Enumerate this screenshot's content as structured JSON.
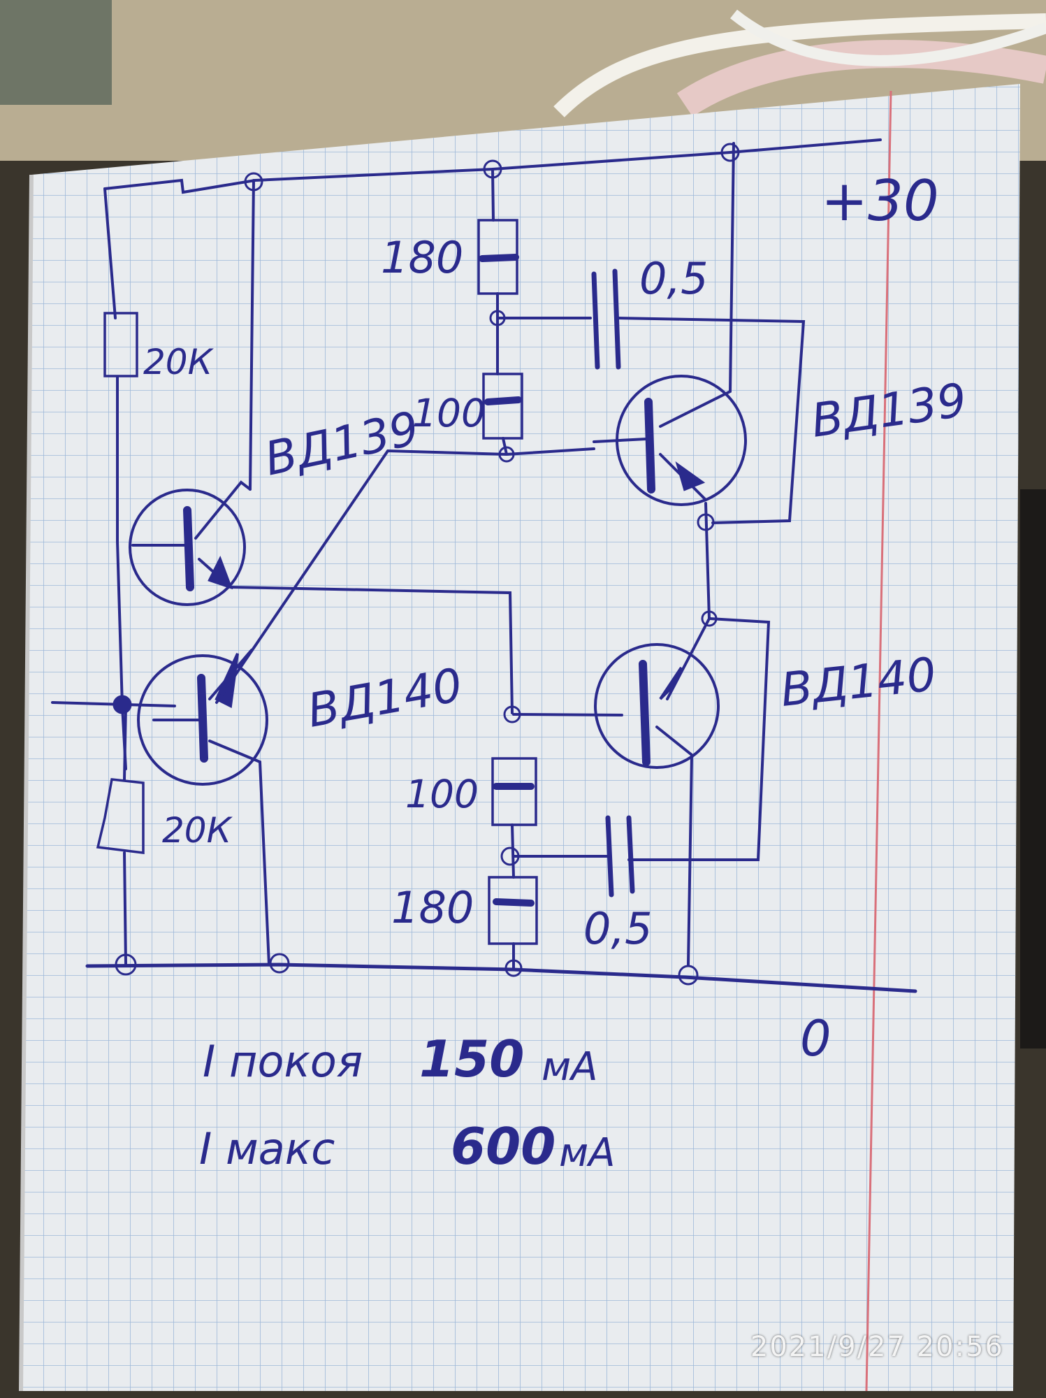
{
  "labels": {
    "supply": "+30",
    "ground": "0",
    "r_top_left": "20К",
    "r_bottom_left": "20К",
    "r_top_180": "180",
    "r_top_100": "100",
    "r_bot_100": "100",
    "r_bot_180": "180",
    "c_top": "0,5",
    "c_bot": "0,5",
    "t_left_upper": "ВД139",
    "t_right_upper": "ВД139",
    "t_left_lower": "ВД140",
    "t_right_lower": "ВД140"
  },
  "notes": {
    "line1_label": "I покоя",
    "line1_value": "150",
    "line1_unit": "мА",
    "line2_label": "I макс",
    "line2_value": "600",
    "line2_unit": "мА"
  },
  "timestamp": "2021/9/27  20:56",
  "colors": {
    "ink": "#2a2a8c",
    "paper": "#e9ecef",
    "grid": "#9db8d8",
    "margin_line": "#d9707a"
  }
}
